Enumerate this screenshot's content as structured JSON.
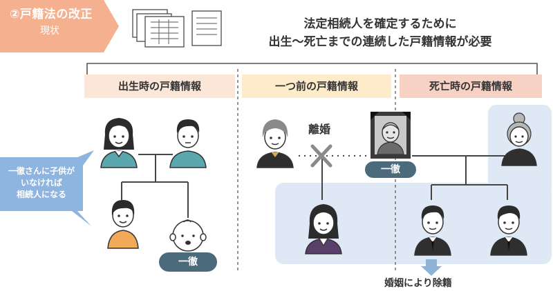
{
  "badge": {
    "title": "②戸籍法の改正",
    "subtitle": "現状"
  },
  "headline": {
    "line1": "法定相続人を確定するために",
    "line2": "出生～死亡までの連続した戸籍情報が必要"
  },
  "sections": [
    {
      "label": "出生時の戸籍情報",
      "color": "#fbe6d8"
    },
    {
      "label": "一つ前の戸籍情報",
      "color": "#fdebc9"
    },
    {
      "label": "死亡時の戸籍情報",
      "color": "#f7d2c4"
    }
  ],
  "labels": {
    "divorce": "離婚",
    "kazuya_child": "一徹",
    "kazuya_deceased": "一徹",
    "marriage_removal": "婚姻により除籍"
  },
  "callout": {
    "line1": "一徹さんに子供が",
    "line2": "いなければ",
    "line3": "相続人になる"
  },
  "colors": {
    "accent": "#f4b08f",
    "pill": "#4b6b7d",
    "highlight": "#dfe9f5",
    "callout": "#8eb4e0",
    "teal": "#5aa7ae",
    "arrow": "#8fb3d6"
  }
}
